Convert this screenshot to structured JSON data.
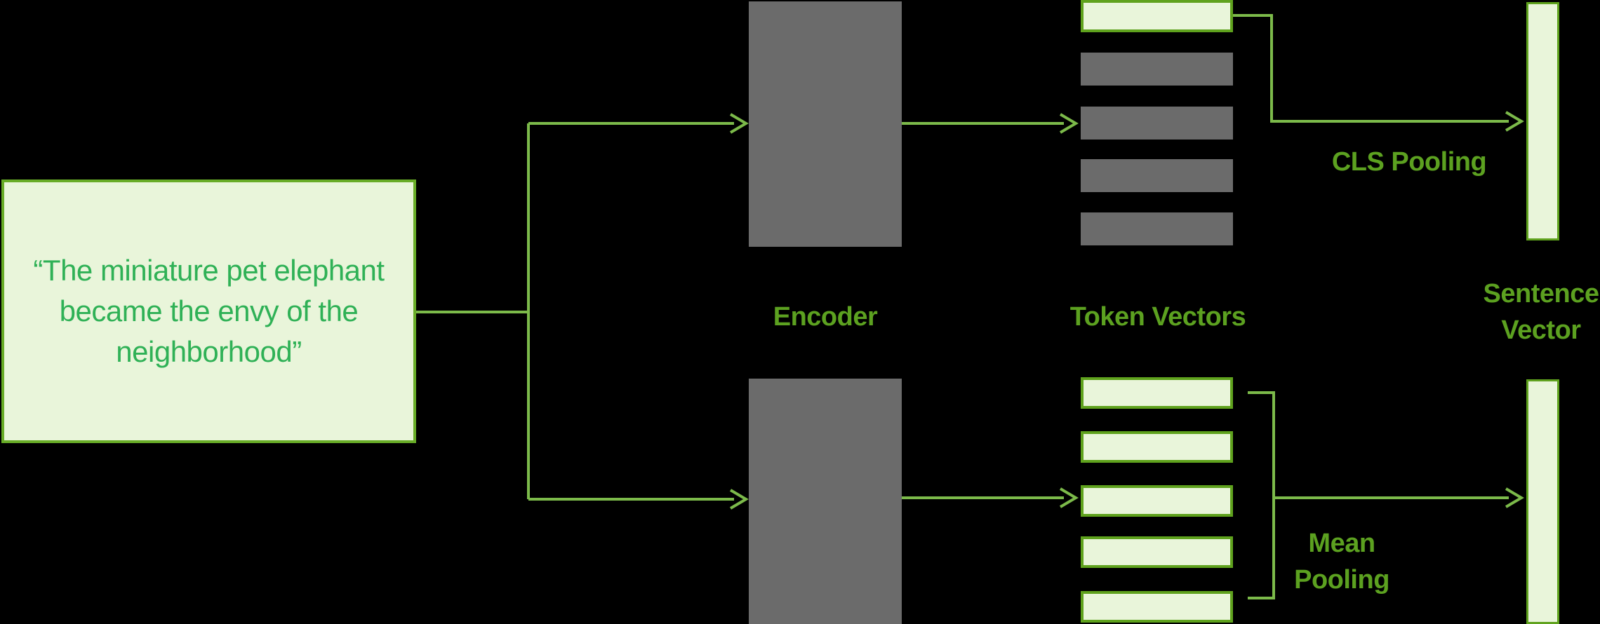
{
  "palette": {
    "background": "#000000",
    "wire_green": "#7cba4a",
    "border_green": "#5fa21d",
    "box_border_green": "#68ac27",
    "light_fill_green": "#e9f5da",
    "label_green": "#5ca120",
    "sentence_text_green": "#2fb156",
    "neutral_gray": "#6b6b6b"
  },
  "sentence_input": {
    "full_text": "“The miniature pet elephant became the envy of the neighborhood”",
    "lines": [
      "“The miniature pet elephant",
      "became the envy of the",
      "neighborhood”"
    ]
  },
  "labels": {
    "encoder": "Encoder",
    "token_vectors": "Token Vectors",
    "cls_pooling": "CLS Pooling",
    "mean_pooling": "Mean Pooling",
    "sentence_vector": "Sentence Vector"
  },
  "structure": {
    "top_path": {
      "pooling_method": "CLS Pooling",
      "token_bars": [
        "cls-highlighted",
        "token",
        "token",
        "token",
        "token"
      ]
    },
    "bottom_path": {
      "pooling_method": "Mean Pooling",
      "token_bars": [
        "token-highlighted",
        "token-highlighted",
        "token-highlighted",
        "token-highlighted",
        "token-highlighted"
      ]
    }
  }
}
